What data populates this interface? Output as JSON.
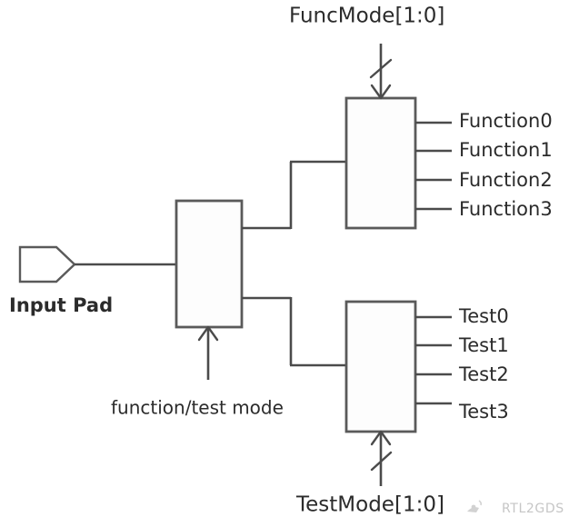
{
  "diagram": {
    "title": "Input Pad function/test mode demultiplex diagram",
    "colors": {
      "background": "#ffffff",
      "wire": "#4b4b4b",
      "block_stroke": "#5a5a5a",
      "block_fill": "#fdfdfd",
      "text": "#2b2b2b",
      "watermark": "#c6c6c6"
    },
    "pad": {
      "label": "Input Pad",
      "shape": "pentagon-right"
    },
    "mux": {
      "label": "",
      "control_label": "function/test mode"
    },
    "function_block": {
      "bus_label": "FuncMode[1:0]",
      "bus_width": "2",
      "outputs": [
        "Function0",
        "Function1",
        "Function2",
        "Function3"
      ]
    },
    "test_block": {
      "bus_label": "TestMode[1:0]",
      "bus_width": "2",
      "outputs": [
        "Test0",
        "Test1",
        "Test2",
        "Test3"
      ]
    },
    "watermark": {
      "text": "RTL2GDS"
    }
  }
}
